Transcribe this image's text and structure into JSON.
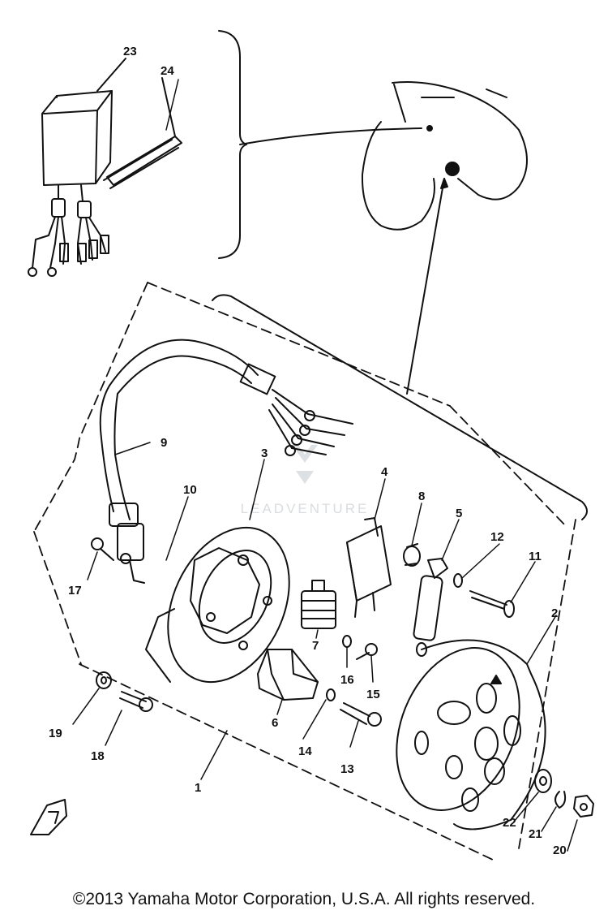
{
  "diagram": {
    "part_numbers": [
      "1",
      "2",
      "3",
      "4",
      "5",
      "6",
      "7",
      "8",
      "9",
      "10",
      "11",
      "12",
      "13",
      "14",
      "15",
      "16",
      "17",
      "18",
      "19",
      "20",
      "21",
      "22",
      "23",
      "24"
    ],
    "watermark": "LEADVENTURE"
  },
  "footer": {
    "copyright": "©2013 Yamaha Motor Corporation, U.S.A. All rights reserved."
  },
  "colors": {
    "line": "#111111",
    "background": "#ffffff",
    "watermark": "#d9dde0"
  }
}
